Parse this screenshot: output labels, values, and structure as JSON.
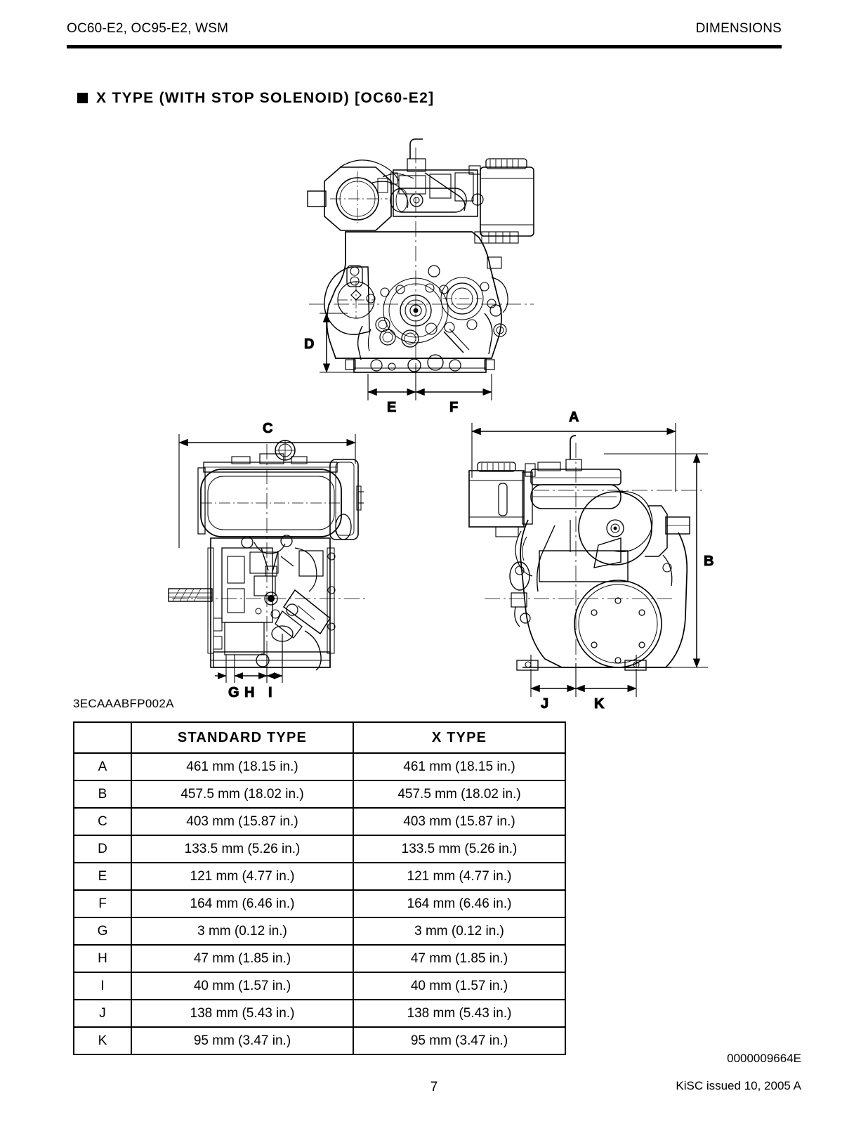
{
  "header": {
    "left": "OC60-E2, OC95-E2,  WSM",
    "right": "DIMENSIONS"
  },
  "section": {
    "bullet": "filled-square",
    "title": "X  TYPE  (WITH  STOP  SOLENOID)  [OC60-E2]"
  },
  "drawing": {
    "code": "3ECAAABFP002A",
    "views": {
      "front": {
        "name": "front-elevation-view",
        "dimension_labels": [
          "D",
          "E",
          "F"
        ]
      },
      "top": {
        "name": "top-plan-view",
        "dimension_labels": [
          "C",
          "G",
          "H",
          "I"
        ]
      },
      "side": {
        "name": "side-elevation-view",
        "dimension_labels": [
          "A",
          "B",
          "J",
          "K"
        ]
      }
    },
    "labels": {
      "A": "A",
      "B": "B",
      "C": "C",
      "D": "D",
      "E": "E",
      "F": "F",
      "G": "G",
      "H": "H",
      "I": "I",
      "J": "J",
      "K": "K"
    }
  },
  "table": {
    "headers": [
      "",
      "STANDARD  TYPE",
      "X  TYPE"
    ],
    "rows": [
      {
        "key": "A",
        "standard": "461 mm (18.15 in.)",
        "xtype": "461 mm (18.15 in.)"
      },
      {
        "key": "B",
        "standard": "457.5 mm (18.02 in.)",
        "xtype": "457.5 mm (18.02 in.)"
      },
      {
        "key": "C",
        "standard": "403 mm (15.87 in.)",
        "xtype": "403 mm (15.87 in.)"
      },
      {
        "key": "D",
        "standard": "133.5 mm (5.26 in.)",
        "xtype": "133.5 mm (5.26 in.)"
      },
      {
        "key": "E",
        "standard": "121 mm (4.77 in.)",
        "xtype": "121 mm (4.77 in.)"
      },
      {
        "key": "F",
        "standard": "164 mm (6.46 in.)",
        "xtype": "164 mm (6.46 in.)"
      },
      {
        "key": "G",
        "standard": "3 mm (0.12 in.)",
        "xtype": "3 mm (0.12 in.)"
      },
      {
        "key": "H",
        "standard": "47 mm (1.85 in.)",
        "xtype": "47 mm (1.85 in.)"
      },
      {
        "key": "I",
        "standard": "40 mm (1.57 in.)",
        "xtype": "40 mm (1.57 in.)"
      },
      {
        "key": "J",
        "standard": "138 mm (5.43 in.)",
        "xtype": "138 mm (5.43 in.)"
      },
      {
        "key": "K",
        "standard": "95 mm (3.47 in.)",
        "xtype": "95 mm (3.47 in.)"
      }
    ]
  },
  "footer": {
    "doc_code": "0000009664E",
    "issue": "KiSC issued 10, 2005 A",
    "page_number": "7"
  }
}
